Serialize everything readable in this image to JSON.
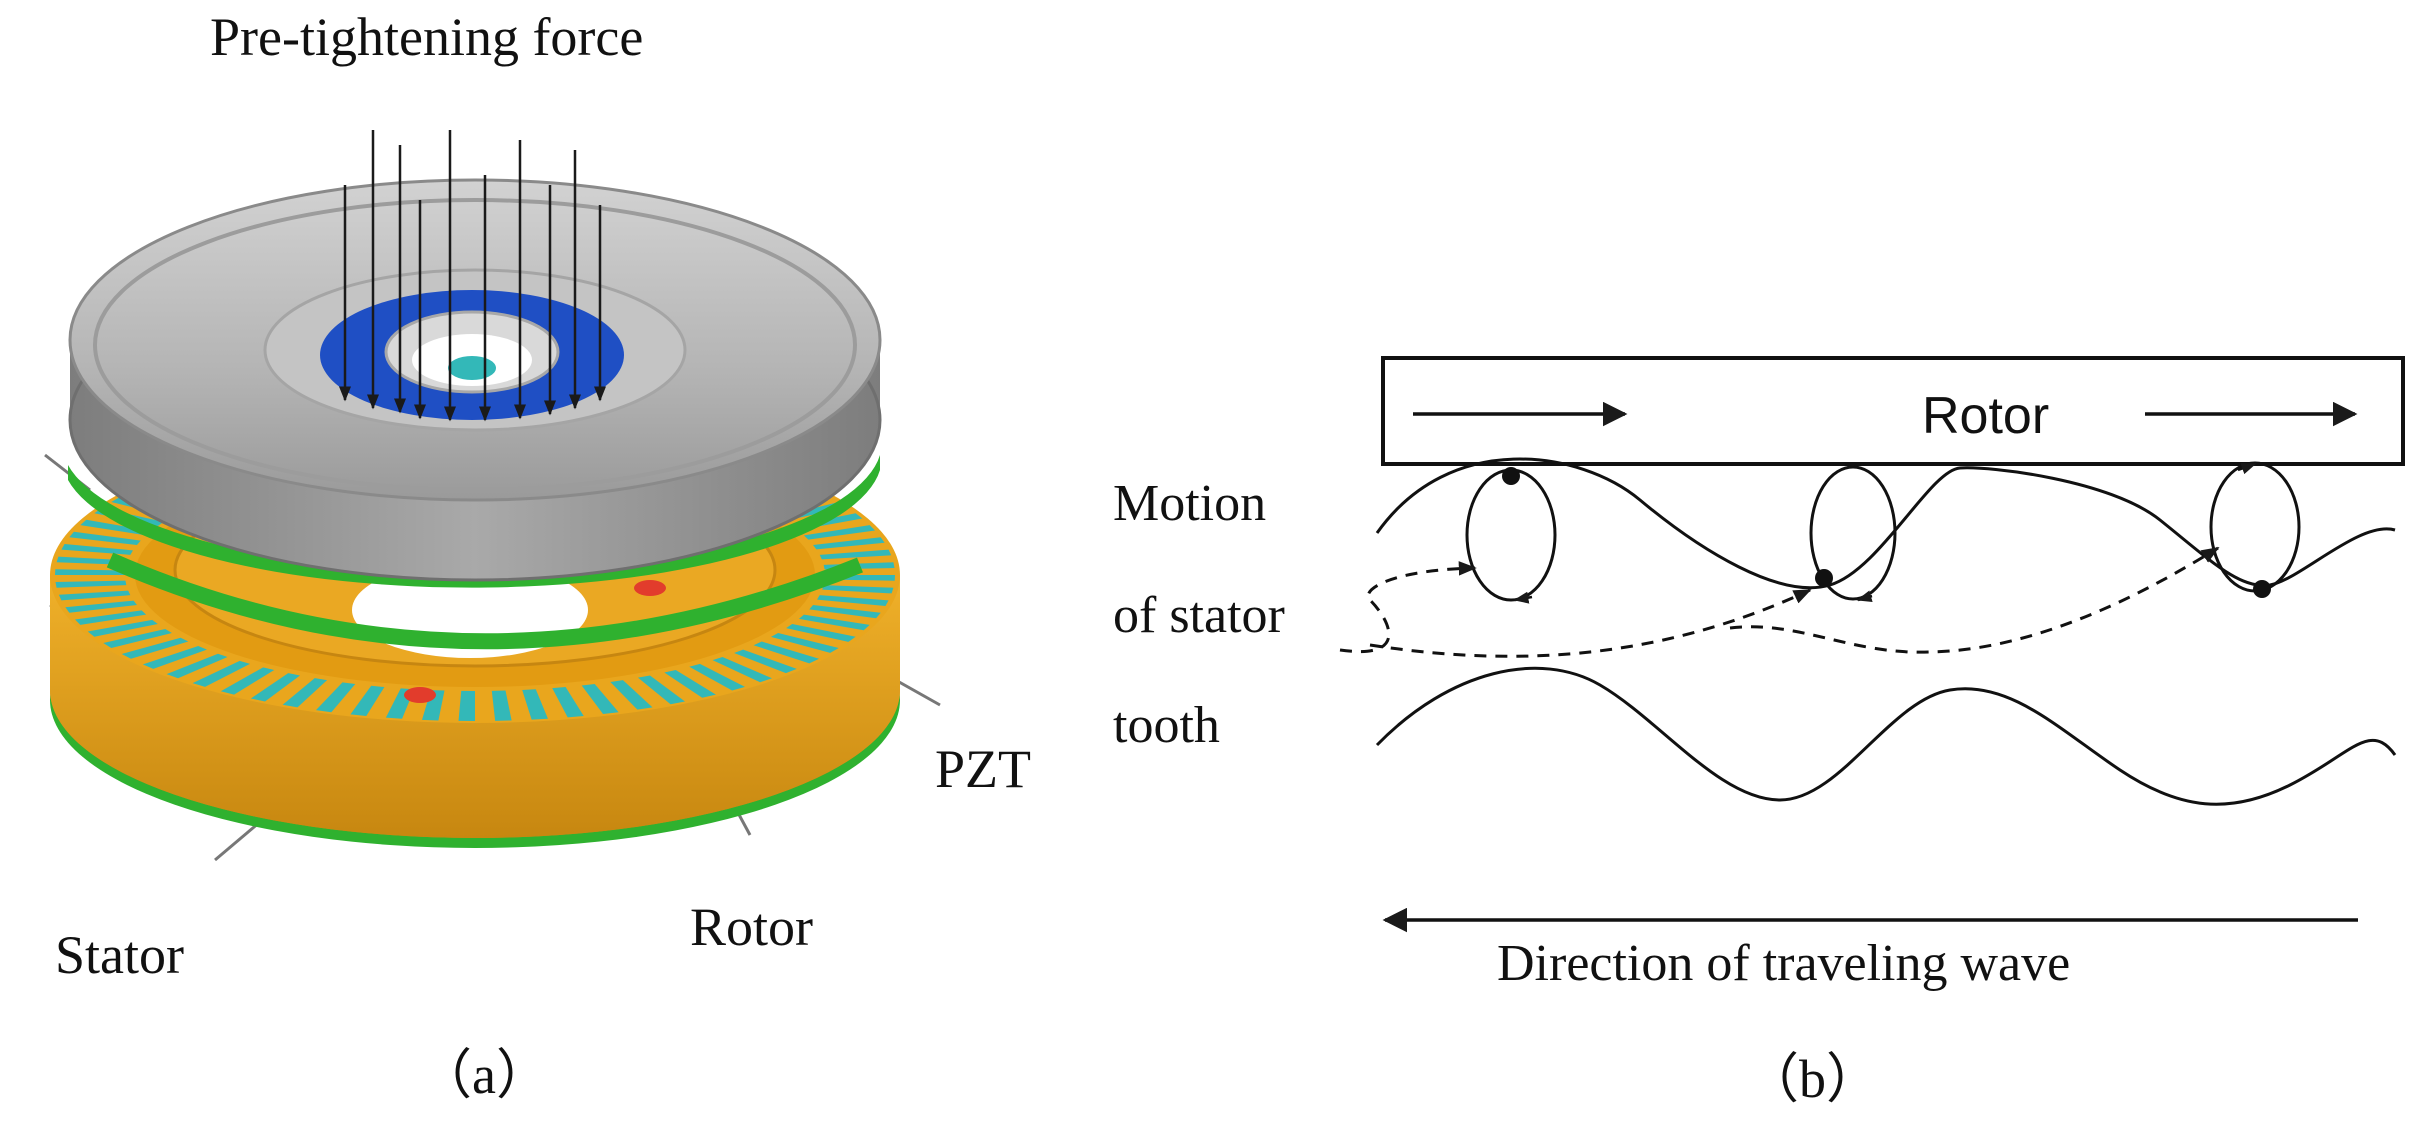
{
  "panel_a": {
    "caption": "（a）",
    "labels": {
      "pretightening": "Pre-tightening force",
      "pzt": "PZT",
      "stator": "Stator",
      "rotor": "Rotor"
    },
    "colors": {
      "rotor_disk": "#b9b9b9",
      "rotor_rim": "#8e8e8e",
      "hub_ring": "#1f4fc4",
      "stator_body": "#e6a419",
      "stator_teeth_gap": "#33b8b8",
      "pzt_ring": "#2fb12f",
      "red_marks": "#e23c2c",
      "arrows": "#1a1a1a"
    }
  },
  "panel_b": {
    "caption": "（b）",
    "labels": {
      "rotor": "Rotor",
      "motion_line1": "Motion",
      "motion_line2": "of  stator",
      "motion_line3": "tooth",
      "direction": "Direction  of traveling  wave"
    }
  }
}
